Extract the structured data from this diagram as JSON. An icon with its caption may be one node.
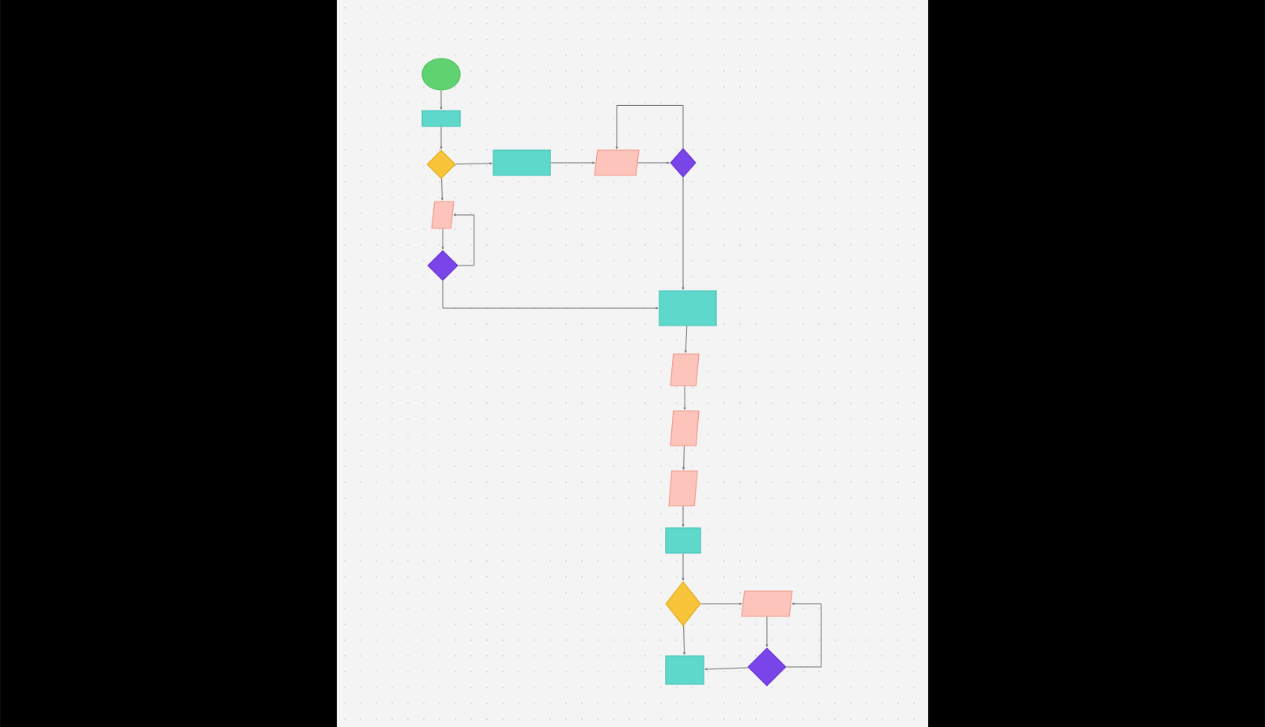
{
  "diagram": {
    "nodes": [
      {
        "text": [],
        "shape": "circle"
      },
      {
        "text": [],
        "shape": "box"
      },
      {
        "text": [],
        "shape": "diamond"
      },
      {
        "text": [],
        "shape": "box"
      },
      {
        "text": [],
        "shape": "parallelogram"
      },
      {
        "text": [],
        "shape": "diamond"
      },
      {
        "text": [],
        "shape": "parallelogram"
      },
      {
        "text": [],
        "shape": "diamond"
      },
      {
        "text": [],
        "shape": "box"
      },
      {
        "text": [],
        "shape": "parallelogram"
      },
      {
        "text": [],
        "shape": "parallelogram"
      },
      {
        "text": [],
        "shape": "parallelogram"
      },
      {
        "text": [],
        "shape": "box"
      },
      {
        "text": [],
        "shape": "diamond"
      },
      {
        "text": [],
        "shape": "parallelogram"
      },
      {
        "text": [],
        "shape": "box"
      },
      {
        "text": [],
        "shape": "diamond"
      }
    ],
    "edges": [
      {
        "from": 0,
        "to": 1,
        "arrow": "to"
      },
      {
        "from": 1,
        "to": 2,
        "arrow": "to"
      },
      {
        "from": 2,
        "to": 3,
        "arrow": "to"
      },
      {
        "from": 3,
        "to": 4,
        "arrow": "to"
      },
      {
        "from": 4,
        "to": 5,
        "arrow": "to"
      },
      {
        "from": 5,
        "to": 4,
        "arrow": "to"
      },
      {
        "from": 2,
        "to": 6,
        "arrow": "to"
      },
      {
        "from": 6,
        "to": 7,
        "arrow": "to"
      },
      {
        "from": 7,
        "to": 6,
        "arrow": "to"
      },
      {
        "from": 7,
        "to": 8,
        "arrow": "to"
      },
      {
        "from": 5,
        "to": 8,
        "arrow": "to"
      },
      {
        "from": 8,
        "to": 9,
        "arrow": "to"
      },
      {
        "from": 9,
        "to": 10,
        "arrow": "to"
      },
      {
        "from": 10,
        "to": 11,
        "arrow": "to"
      },
      {
        "from": 11,
        "to": 12,
        "arrow": "to"
      },
      {
        "from": 12,
        "to": 13,
        "arrow": "to"
      },
      {
        "from": 13,
        "to": 14,
        "arrow": "to"
      },
      {
        "from": 14,
        "to": 16,
        "arrow": "to"
      },
      {
        "from": 16,
        "to": 15,
        "arrow": "to"
      },
      {
        "from": 16,
        "to": 14,
        "arrow": "to"
      },
      {
        "from": 13,
        "to": 15,
        "arrow": "to"
      }
    ]
  }
}
